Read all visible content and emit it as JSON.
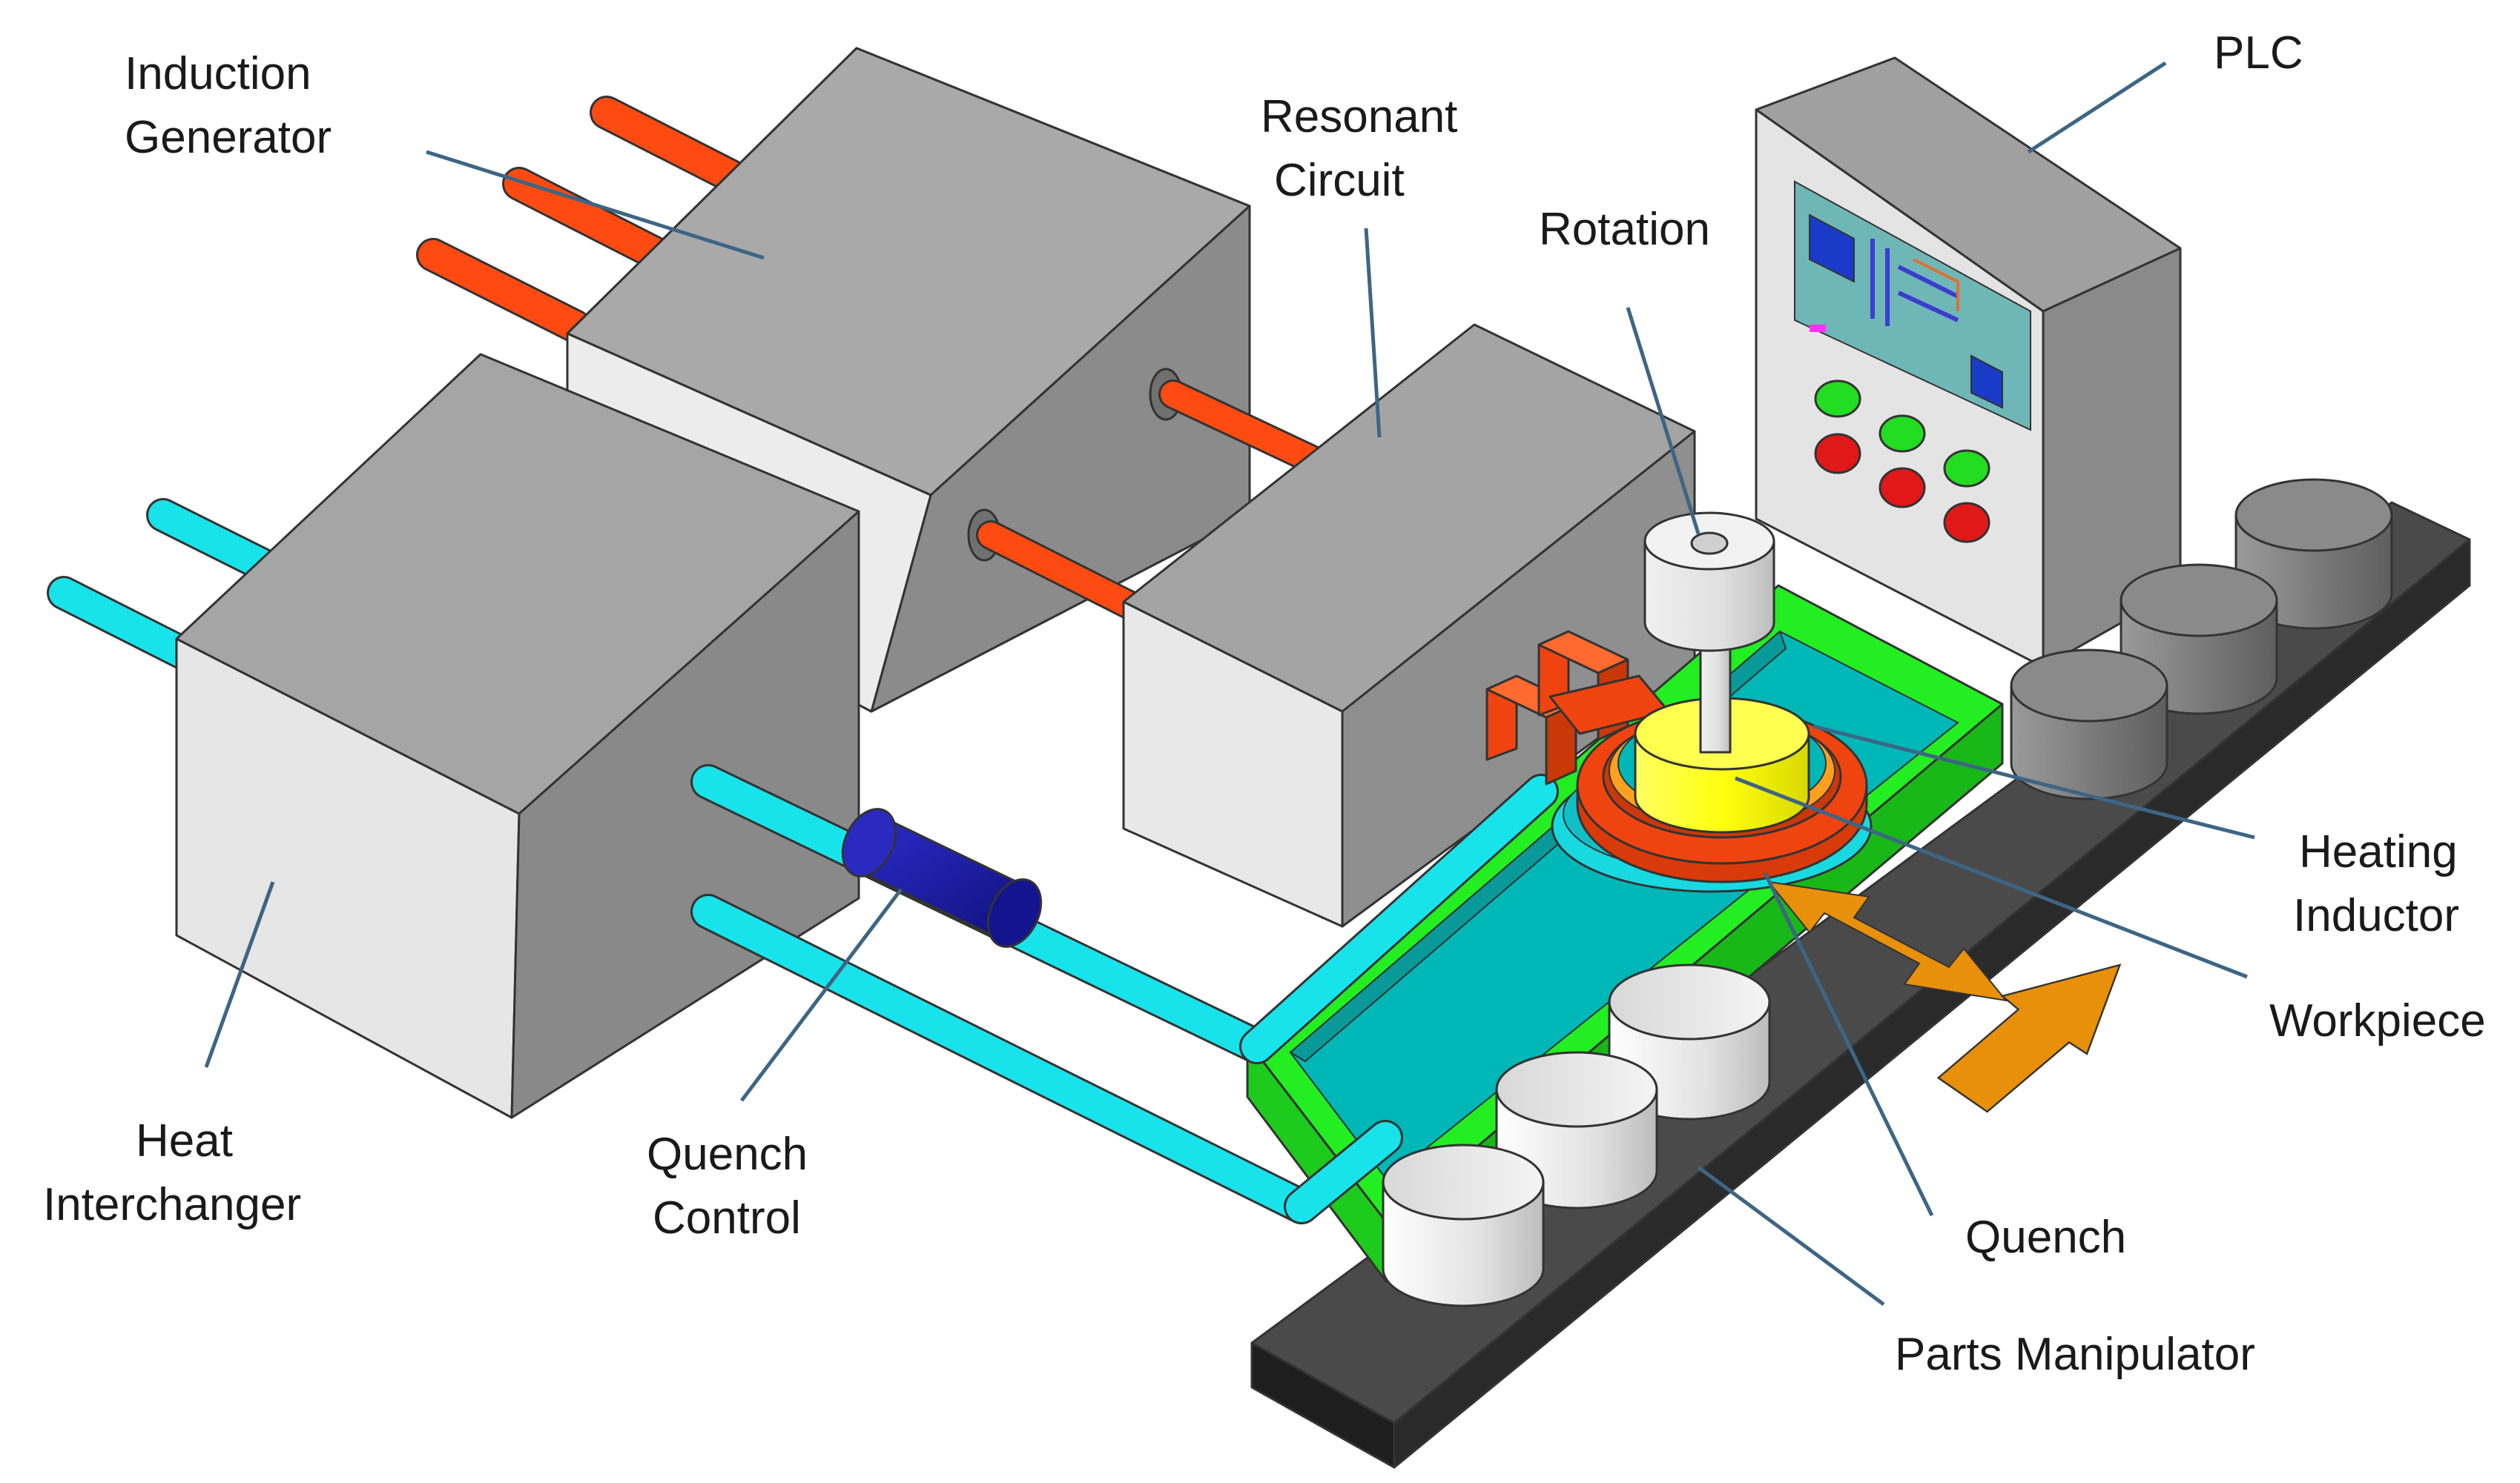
{
  "labels": {
    "induction_generator": [
      "Induction",
      "Generator"
    ],
    "resonant_circuit": [
      "Resonant",
      "Circuit"
    ],
    "rotation": "Rotation",
    "plc": "PLC",
    "heating_inductor": [
      "Heating",
      "Inductor"
    ],
    "workpiece": "Workpiece",
    "quench": "Quench",
    "parts_manipulator": "Parts Manipulator",
    "quench_control": [
      "Quench",
      "Control"
    ],
    "heat_interchanger": [
      "Heat",
      "Interchanger"
    ]
  },
  "colors": {
    "water_pipe": "#19e3ea",
    "power_pipe": "#ff4b12",
    "quench_tank": "#22ee22",
    "quench_liquid": "#00b7b7",
    "inductor": "#f04410",
    "workpiece": "#ffff10",
    "manipulator": "#2c2c2c",
    "arrow": "#e8900a",
    "leader_line": "#3d6585",
    "valve": "#1c1ca8"
  }
}
